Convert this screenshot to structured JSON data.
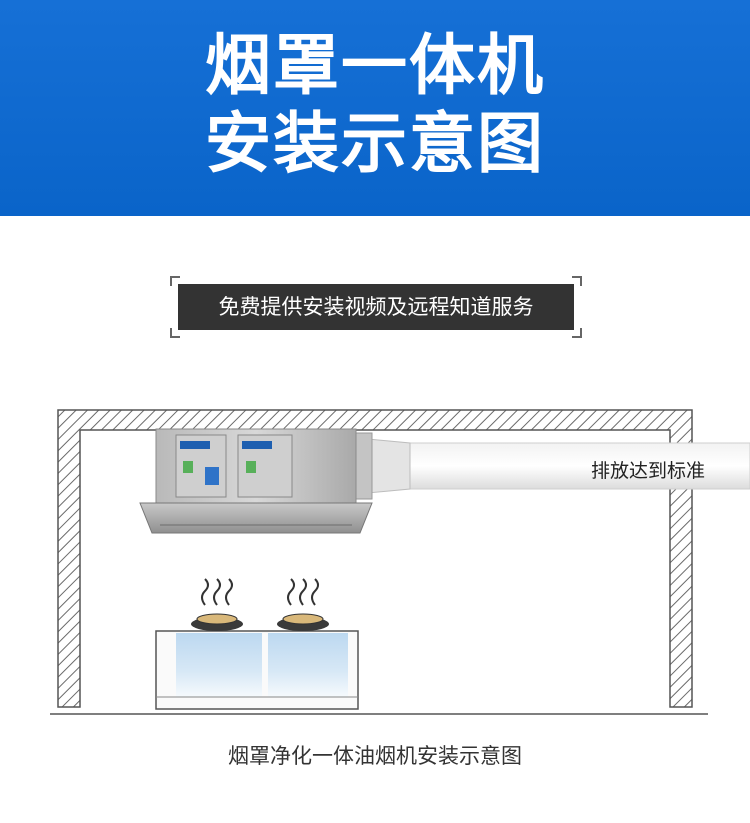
{
  "header": {
    "title_line1": "烟罩一体机",
    "title_line2": "安装示意图",
    "bg_color": "#0b67cc"
  },
  "badge": {
    "text": "免费提供安装视频及远程知道服务",
    "bg_color": "#333333"
  },
  "diagram": {
    "exhaust_label": "排放达到标准",
    "caption": "烟罩净化一体油烟机安装示意图"
  }
}
